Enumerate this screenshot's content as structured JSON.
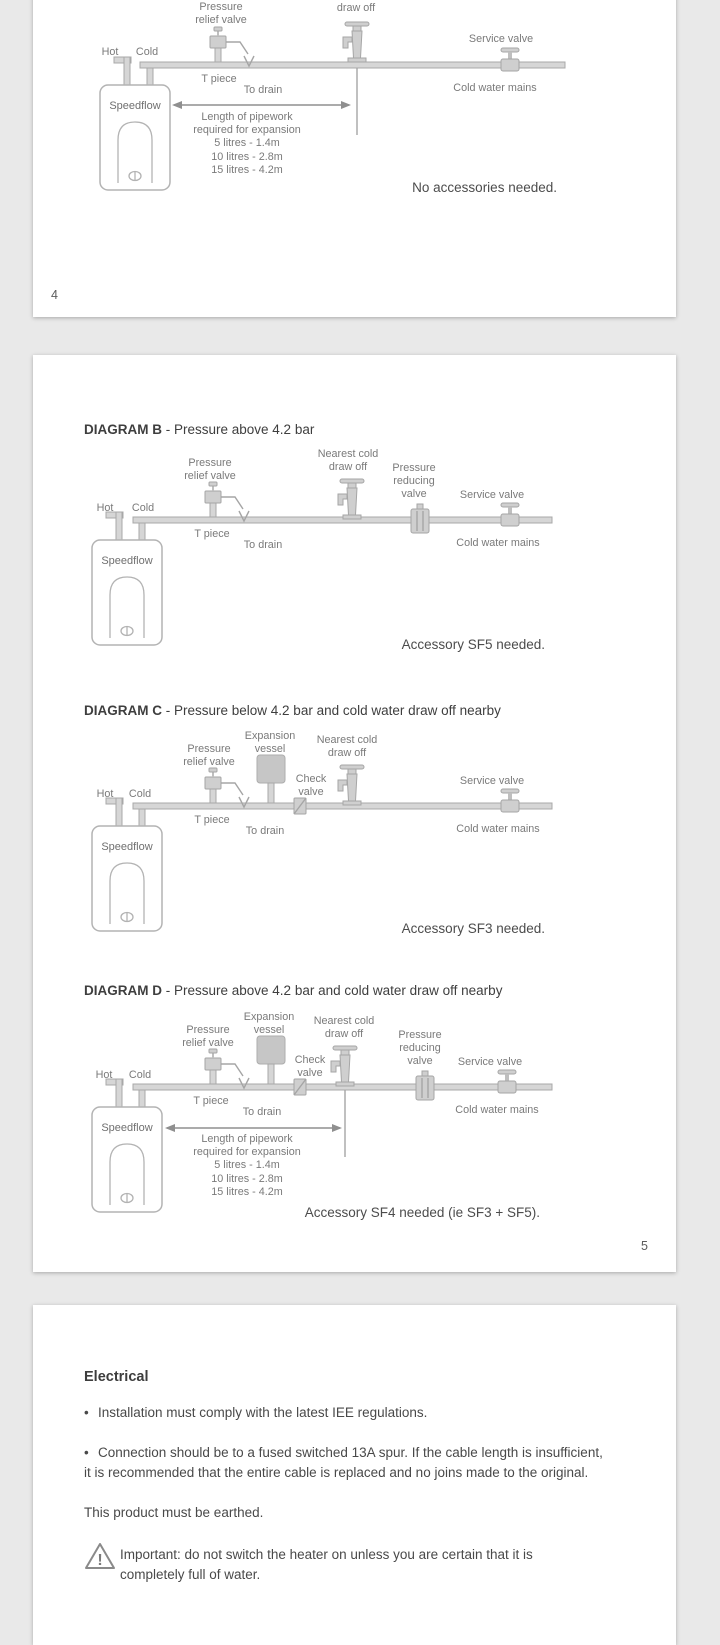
{
  "colors": {
    "canvas_bg": "#e9e9e9",
    "page_bg": "#ffffff",
    "diagram_gray": "#b3b3b3",
    "text_dark": "#3e3e3e",
    "text_label": "#7a7a7a"
  },
  "page4": {
    "number": "4",
    "diagram_a": {
      "pressure_relief_valve": "Pressure\nrelief valve",
      "draw_off": "draw off",
      "service_valve": "Service valve",
      "hot": "Hot",
      "cold": "Cold",
      "t_piece": "T piece",
      "to_drain": "To drain",
      "cold_water_mains": "Cold water mains",
      "speedflow": "Speedflow",
      "expansion_note": "Length of pipework\nrequired for expansion\n5 litres - 1.4m\n10 litres - 2.8m\n15 litres - 4.2m",
      "accessory": "No accessories needed."
    }
  },
  "page5": {
    "number": "5",
    "diagram_b": {
      "title_bold": "DIAGRAM B",
      "title_rest": " - Pressure above 4.2 bar",
      "nearest_cold_draw_off": "Nearest cold\ndraw off",
      "pressure_relief_valve": "Pressure\nrelief valve",
      "pressure_reducing_valve": "Pressure\nreducing\nvalve",
      "service_valve": "Service valve",
      "hot": "Hot",
      "cold": "Cold",
      "t_piece": "T piece",
      "to_drain": "To drain",
      "cold_water_mains": "Cold water mains",
      "speedflow": "Speedflow",
      "accessory": "Accessory SF5 needed."
    },
    "diagram_c": {
      "title_bold": "DIAGRAM C",
      "title_rest": " - Pressure below 4.2 bar and cold water draw off nearby",
      "expansion_vessel": "Expansion\nvessel",
      "nearest_cold_draw_off": "Nearest cold\ndraw off",
      "pressure_relief_valve": "Pressure\nrelief valve",
      "check_valve": "Check\nvalve",
      "service_valve": "Service valve",
      "hot": "Hot",
      "cold": "Cold",
      "t_piece": "T piece",
      "to_drain": "To drain",
      "cold_water_mains": "Cold water mains",
      "speedflow": "Speedflow",
      "accessory": "Accessory SF3 needed."
    },
    "diagram_d": {
      "title_bold": "DIAGRAM D",
      "title_rest": " - Pressure above 4.2 bar and cold water draw off nearby",
      "expansion_vessel": "Expansion\nvessel",
      "nearest_cold_draw_off": "Nearest cold\ndraw off",
      "pressure_relief_valve": "Pressure\nrelief valve",
      "check_valve": "Check\nvalve",
      "pressure_reducing_valve": "Pressure\nreducing\nvalve",
      "service_valve": "Service valve",
      "hot": "Hot",
      "cold": "Cold",
      "t_piece": "T piece",
      "to_drain": "To drain",
      "cold_water_mains": "Cold water mains",
      "speedflow": "Speedflow",
      "expansion_note": "Length of pipework\nrequired for expansion\n5 litres - 1.4m\n10 litres - 2.8m\n15 litres - 4.2m",
      "accessory": "Accessory SF4 needed (ie SF3 + SF5)."
    }
  },
  "page6": {
    "heading": "Electrical",
    "bullet": "•",
    "bullet1": "Installation must comply with the latest IEE regulations.",
    "bullet2_line1": "Connection should be to a fused switched 13A spur. If the cable length is insufficient,",
    "bullet2_line2": "it is recommended that the entire cable is replaced and no joins made to the original.",
    "earthed": "This product must be earthed.",
    "warning_mark": "!",
    "important_line1": "Important: do not switch the heater on unless you are certain that it is",
    "important_line2": "completely full of water."
  }
}
